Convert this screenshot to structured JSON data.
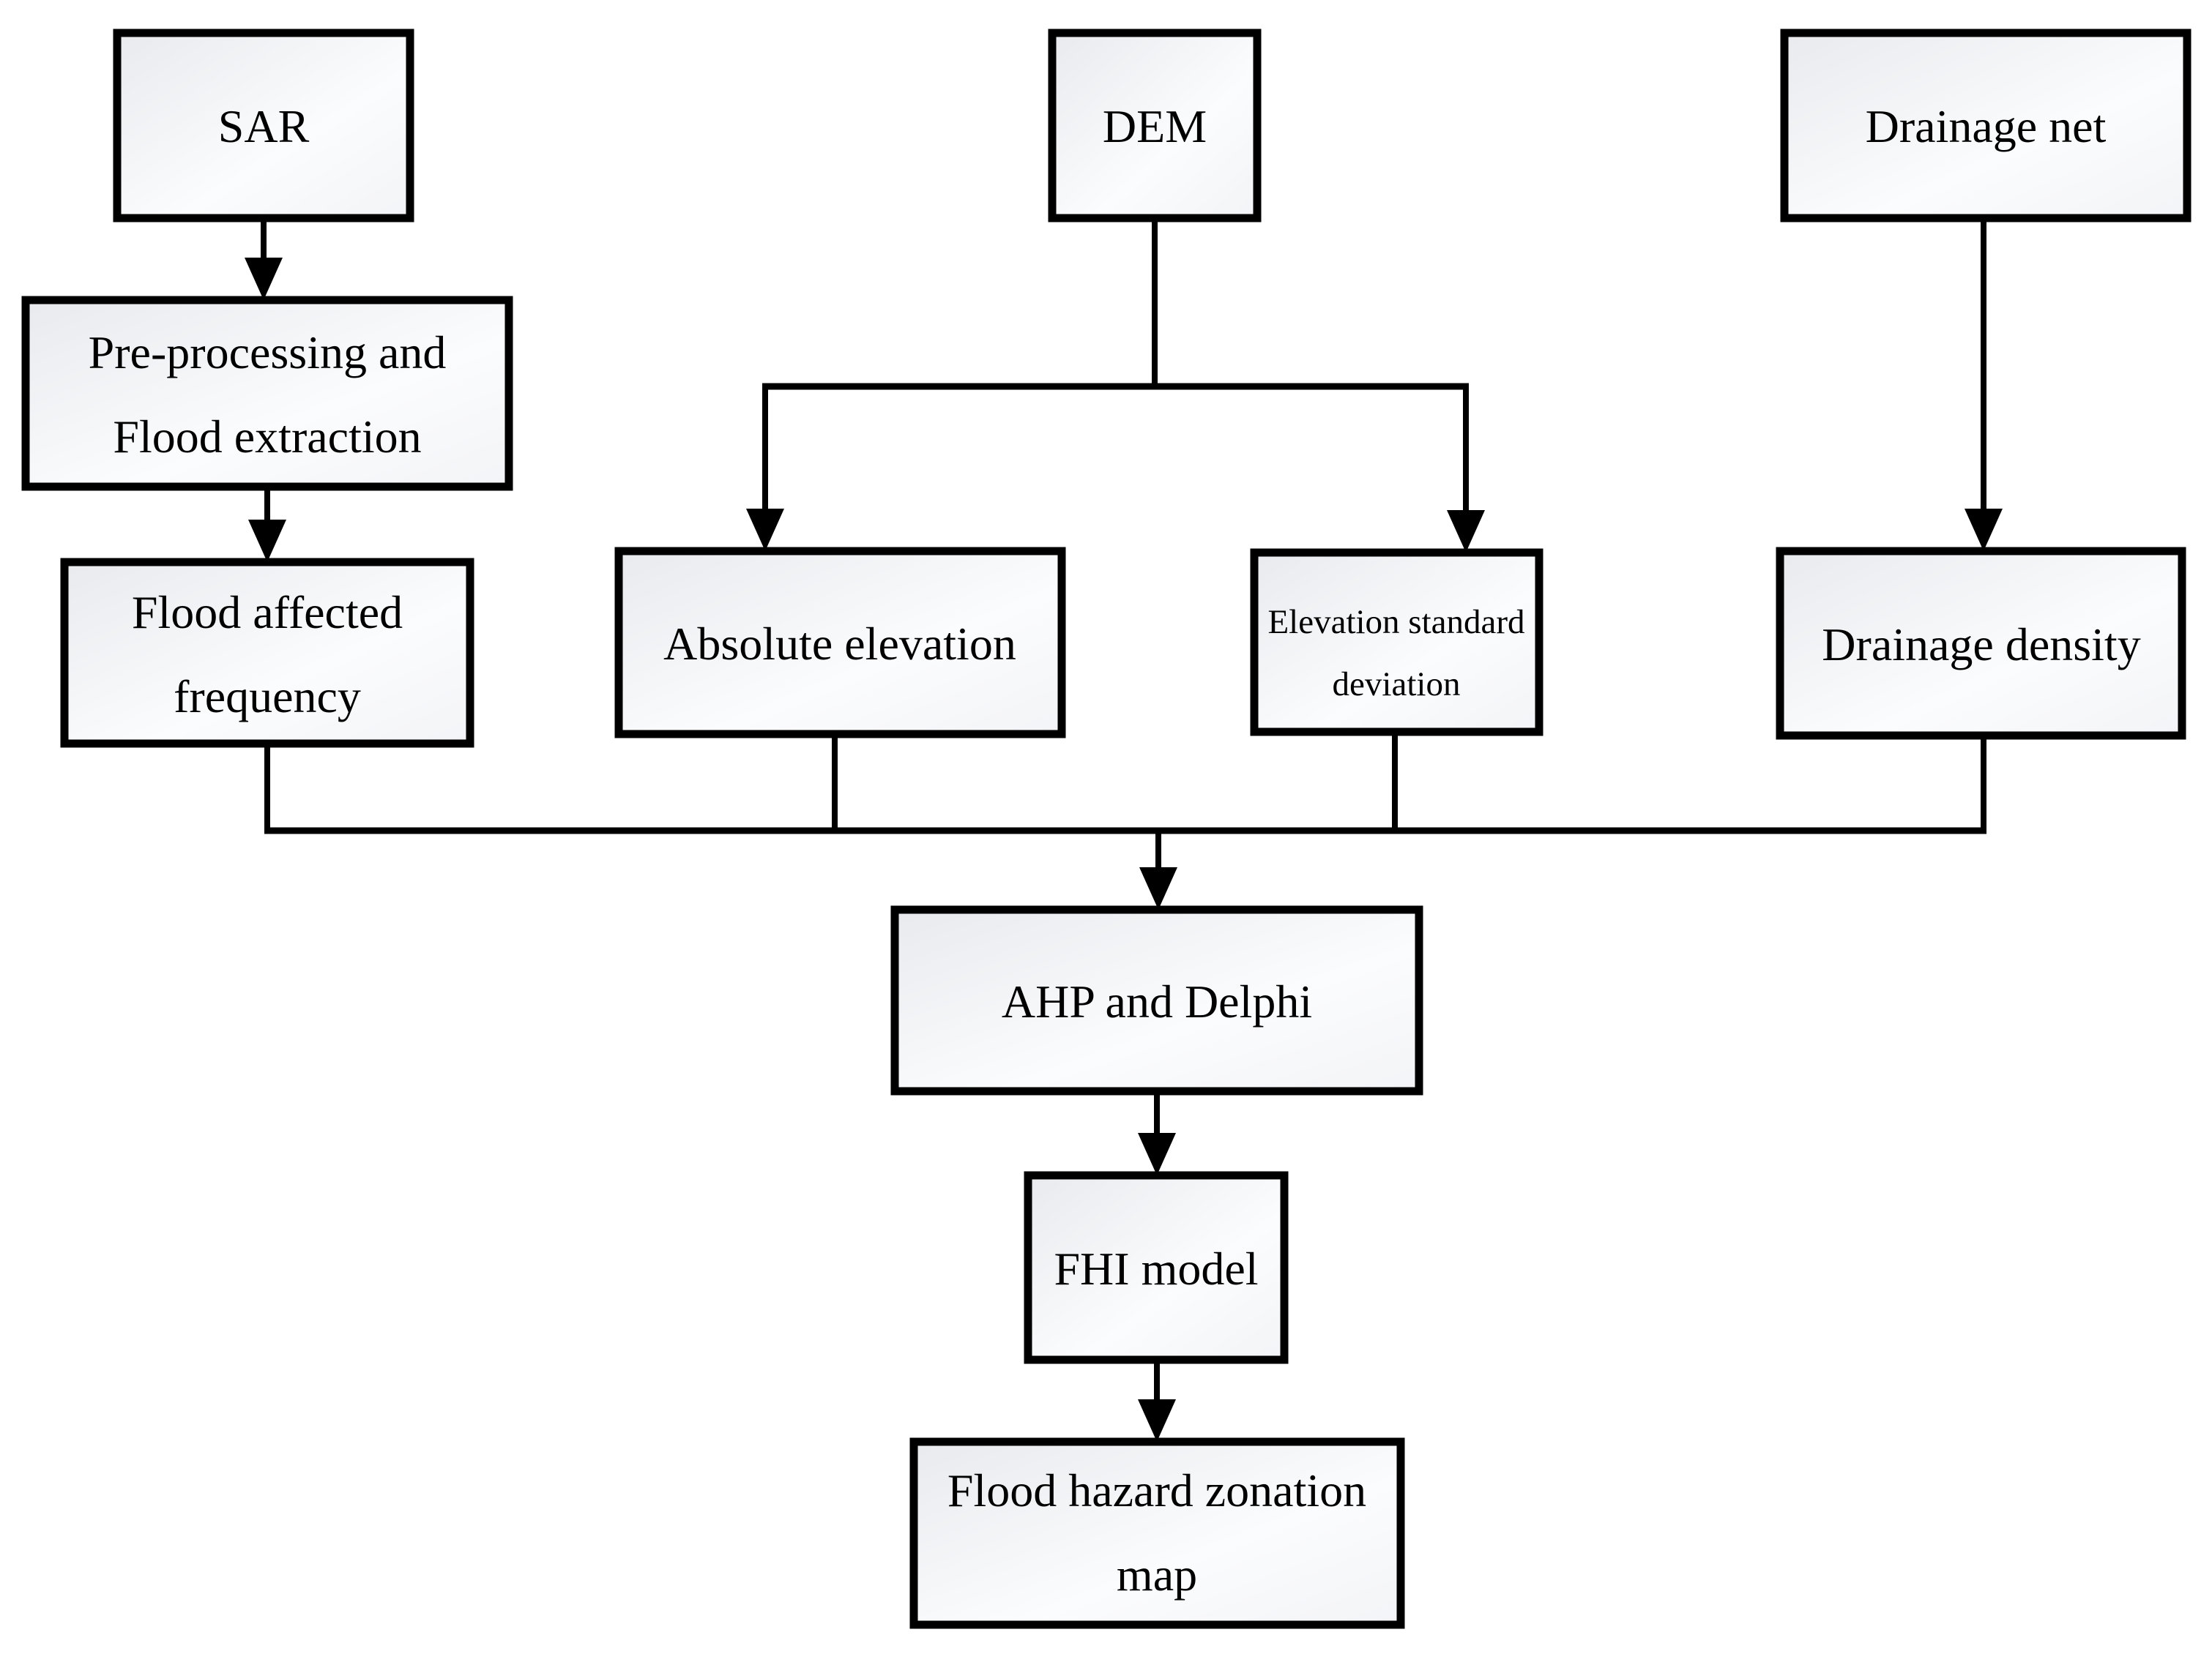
{
  "figure": {
    "type": "flowchart",
    "description_visible": false
  },
  "colors": {
    "background": "#ffffff",
    "box_border": "#000000",
    "box_gradient_start": "#e8eaee",
    "box_gradient_mid": "#fbfcfd",
    "box_gradient_end": "#f3f4f7",
    "connector_line": "#000000",
    "text": "#000000"
  },
  "nodes": {
    "sar": {
      "label": "SAR",
      "lines": [
        "SAR"
      ]
    },
    "dem": {
      "label": "DEM",
      "lines": [
        "DEM"
      ]
    },
    "drainage_net": {
      "label": "Drainage net",
      "lines": [
        "Drainage net"
      ]
    },
    "preprocessing": {
      "label": "Pre-processing and Flood extraction",
      "lines": [
        "Pre-processing and",
        "Flood extraction"
      ]
    },
    "flood_affected_frequency": {
      "label": "Flood affected frequency",
      "lines": [
        "Flood affected",
        "frequency"
      ]
    },
    "absolute_elevation": {
      "label": "Absolute elevation",
      "lines": [
        "Absolute elevation"
      ]
    },
    "elevation_standard_deviation": {
      "label": "Elevation standard deviation",
      "lines": [
        "Elevation standard",
        "deviation"
      ]
    },
    "drainage_density": {
      "label": "Drainage density",
      "lines": [
        "Drainage density"
      ]
    },
    "ahp_and_delphi": {
      "label": "AHP and Delphi",
      "lines": [
        "AHP and Delphi"
      ]
    },
    "fhi_model": {
      "label": "FHI model",
      "lines": [
        "FHI model"
      ]
    },
    "flood_hazard_zonation_map": {
      "label": "Flood hazard zonation map",
      "lines": [
        "Flood hazard zonation",
        "map"
      ]
    }
  },
  "edges": [
    {
      "from": "sar",
      "to": "preprocessing"
    },
    {
      "from": "preprocessing",
      "to": "flood_affected_frequency"
    },
    {
      "from": "dem",
      "to": "absolute_elevation"
    },
    {
      "from": "dem",
      "to": "elevation_standard_deviation"
    },
    {
      "from": "drainage_net",
      "to": "drainage_density"
    },
    {
      "from": "flood_affected_frequency",
      "to": "ahp_and_delphi"
    },
    {
      "from": "absolute_elevation",
      "to": "ahp_and_delphi"
    },
    {
      "from": "elevation_standard_deviation",
      "to": "ahp_and_delphi"
    },
    {
      "from": "drainage_density",
      "to": "ahp_and_delphi"
    },
    {
      "from": "ahp_and_delphi",
      "to": "fhi_model"
    },
    {
      "from": "fhi_model",
      "to": "flood_hazard_zonation_map"
    }
  ]
}
